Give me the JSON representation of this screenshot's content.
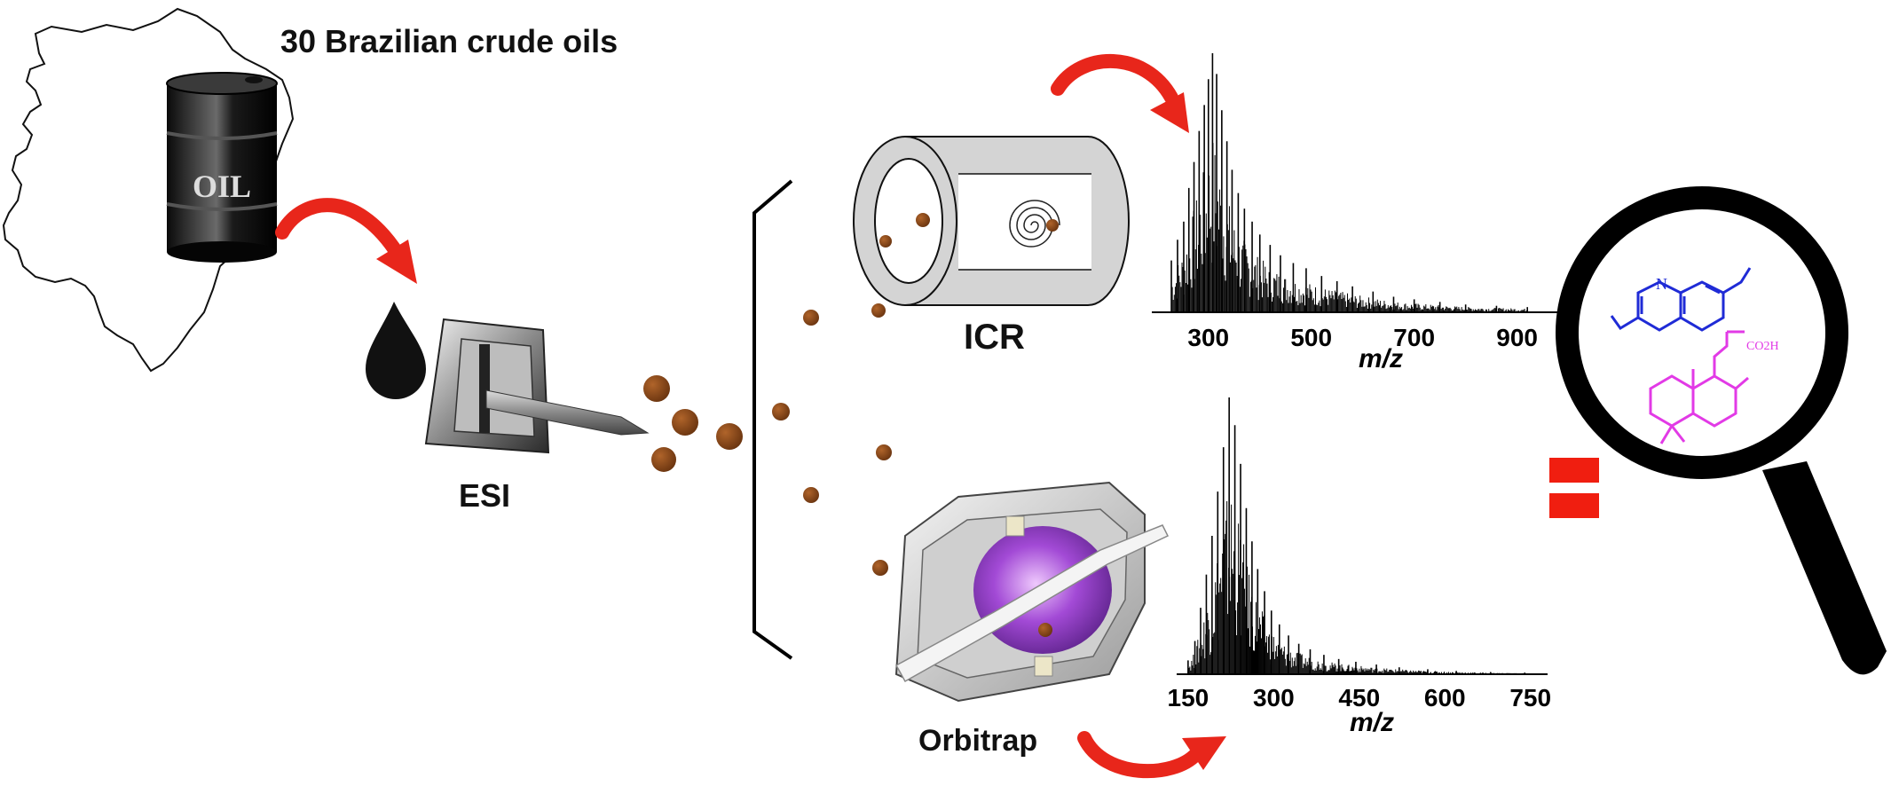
{
  "title": "30 Brazilian crude oils",
  "barrel_label": "OIL",
  "esi_label": "ESI",
  "icr_label": "ICR",
  "orbitrap_label": "Orbitrap",
  "colors": {
    "arrow": "#e8261b",
    "droplet": "#7a3f12",
    "quinoline": "#1f2bd6",
    "acid": "#e23ae6",
    "equals": "#f01e10"
  },
  "acid_label": "CO2H",
  "quinoline_atom": "N",
  "chart_data": [
    {
      "type": "bar",
      "name": "ICR spectrum",
      "xlabel": "m/z",
      "ticks": [
        300,
        500,
        700,
        900
      ],
      "xlim": [
        190,
        980
      ],
      "peaks": [
        {
          "x": 228,
          "y": 0.2
        },
        {
          "x": 240,
          "y": 0.28
        },
        {
          "x": 252,
          "y": 0.35
        },
        {
          "x": 262,
          "y": 0.48
        },
        {
          "x": 272,
          "y": 0.58
        },
        {
          "x": 282,
          "y": 0.7
        },
        {
          "x": 292,
          "y": 0.8
        },
        {
          "x": 300,
          "y": 0.9
        },
        {
          "x": 308,
          "y": 1.0
        },
        {
          "x": 316,
          "y": 0.92
        },
        {
          "x": 326,
          "y": 0.78
        },
        {
          "x": 336,
          "y": 0.66
        },
        {
          "x": 346,
          "y": 0.55
        },
        {
          "x": 358,
          "y": 0.46
        },
        {
          "x": 370,
          "y": 0.4
        },
        {
          "x": 385,
          "y": 0.35
        },
        {
          "x": 400,
          "y": 0.3
        },
        {
          "x": 420,
          "y": 0.26
        },
        {
          "x": 440,
          "y": 0.22
        },
        {
          "x": 465,
          "y": 0.19
        },
        {
          "x": 490,
          "y": 0.17
        },
        {
          "x": 520,
          "y": 0.14
        },
        {
          "x": 550,
          "y": 0.12
        },
        {
          "x": 580,
          "y": 0.1
        },
        {
          "x": 620,
          "y": 0.08
        },
        {
          "x": 660,
          "y": 0.06
        },
        {
          "x": 700,
          "y": 0.05
        },
        {
          "x": 750,
          "y": 0.04
        },
        {
          "x": 800,
          "y": 0.03
        },
        {
          "x": 860,
          "y": 0.025
        },
        {
          "x": 920,
          "y": 0.02
        }
      ]
    },
    {
      "type": "bar",
      "name": "Orbitrap spectrum",
      "xlabel": "m/z",
      "ticks": [
        150,
        300,
        450,
        600,
        750
      ],
      "xlim": [
        130,
        780
      ],
      "peaks": [
        {
          "x": 150,
          "y": 0.05
        },
        {
          "x": 162,
          "y": 0.12
        },
        {
          "x": 172,
          "y": 0.24
        },
        {
          "x": 182,
          "y": 0.36
        },
        {
          "x": 192,
          "y": 0.5
        },
        {
          "x": 202,
          "y": 0.66
        },
        {
          "x": 212,
          "y": 0.82
        },
        {
          "x": 222,
          "y": 1.0
        },
        {
          "x": 232,
          "y": 0.9
        },
        {
          "x": 242,
          "y": 0.76
        },
        {
          "x": 252,
          "y": 0.6
        },
        {
          "x": 262,
          "y": 0.48
        },
        {
          "x": 272,
          "y": 0.38
        },
        {
          "x": 284,
          "y": 0.3
        },
        {
          "x": 296,
          "y": 0.23
        },
        {
          "x": 310,
          "y": 0.18
        },
        {
          "x": 326,
          "y": 0.14
        },
        {
          "x": 344,
          "y": 0.11
        },
        {
          "x": 364,
          "y": 0.09
        },
        {
          "x": 388,
          "y": 0.07
        },
        {
          "x": 414,
          "y": 0.055
        },
        {
          "x": 444,
          "y": 0.045
        },
        {
          "x": 480,
          "y": 0.035
        },
        {
          "x": 520,
          "y": 0.025
        },
        {
          "x": 570,
          "y": 0.018
        },
        {
          "x": 620,
          "y": 0.012
        },
        {
          "x": 680,
          "y": 0.008
        },
        {
          "x": 740,
          "y": 0.006
        }
      ]
    }
  ]
}
